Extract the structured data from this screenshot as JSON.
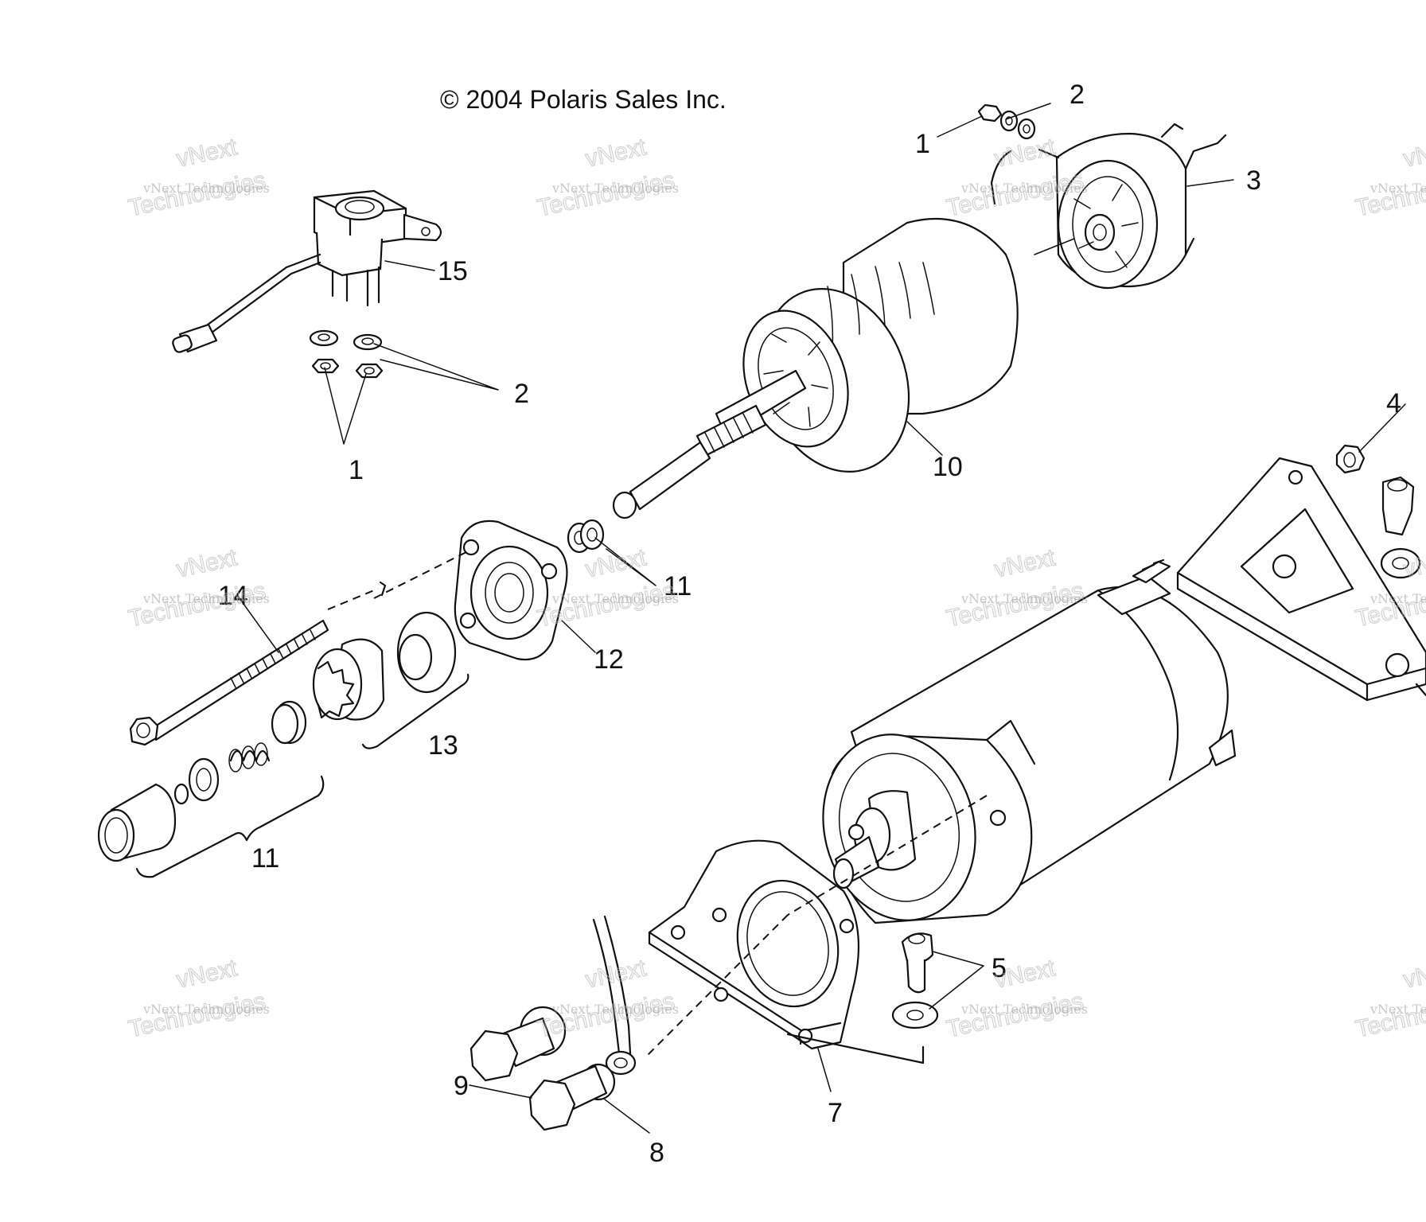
{
  "copyright": "© 2004 Polaris Sales Inc.",
  "watermark": {
    "small": "vNext Technologies",
    "large_top": "vNext",
    "large_bottom": "Technologies"
  },
  "callouts": [
    {
      "id": "c-1-top",
      "label": "1"
    },
    {
      "id": "c-2-top",
      "label": "2"
    },
    {
      "id": "c-3",
      "label": "3"
    },
    {
      "id": "c-15",
      "label": "15"
    },
    {
      "id": "c-2-left",
      "label": "2"
    },
    {
      "id": "c-1-left",
      "label": "1"
    },
    {
      "id": "c-10",
      "label": "10"
    },
    {
      "id": "c-4",
      "label": "4"
    },
    {
      "id": "c-14",
      "label": "14"
    },
    {
      "id": "c-11-upper",
      "label": "11"
    },
    {
      "id": "c-12",
      "label": "12"
    },
    {
      "id": "c-13",
      "label": "13"
    },
    {
      "id": "c-11-lower",
      "label": "11"
    },
    {
      "id": "c-5",
      "label": "5"
    },
    {
      "id": "c-7",
      "label": "7"
    },
    {
      "id": "c-9",
      "label": "9"
    },
    {
      "id": "c-8",
      "label": "8"
    }
  ]
}
